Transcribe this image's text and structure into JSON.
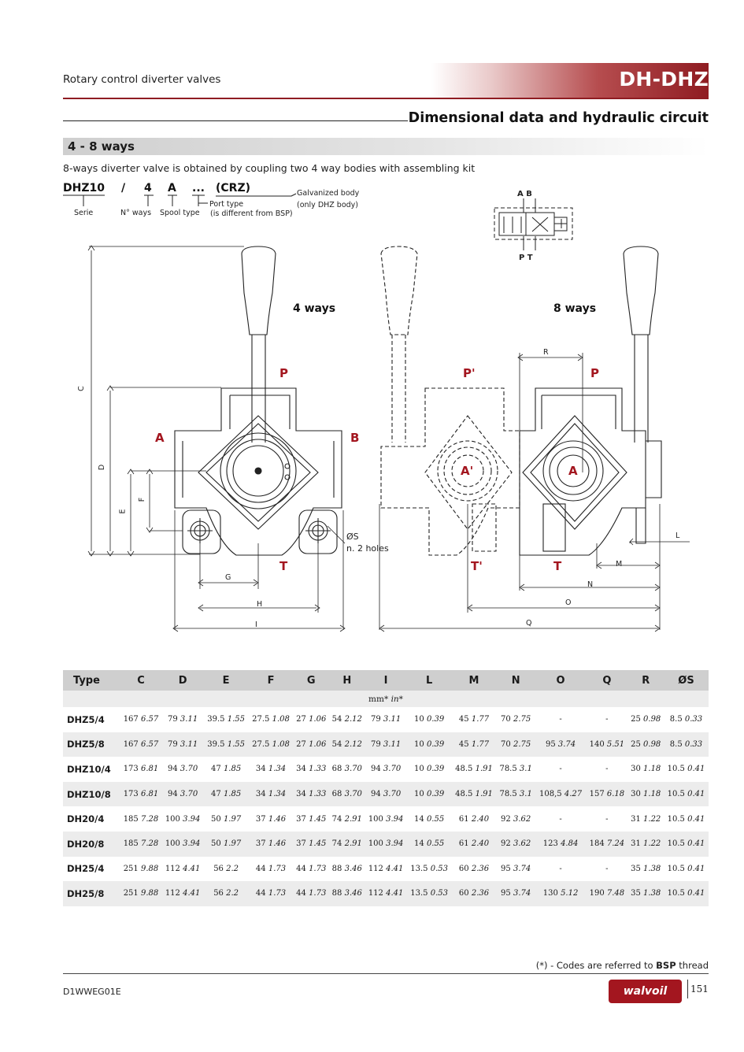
{
  "header": {
    "subtitle": "Rotary control diverter valves",
    "product_code": "DH-DHZ",
    "section_title": "Dimensional data and hydraulic circuit",
    "subsection_title": "4 - 8 ways",
    "intro": "8-ways diverter valve is obtained by coupling two 4 way bodies with assembling kit"
  },
  "ordering_code": {
    "series": "DHZ10",
    "slash": "/",
    "ways": "4",
    "spool": "A",
    "port": "...",
    "coating": "(CRZ)",
    "series_caption": "Serie",
    "ways_caption": "N° ways",
    "spool_caption": "Spool type",
    "port_caption_1": "Port type",
    "port_caption_2": "(is different from BSP)",
    "coating_caption_1": "Galvanized body",
    "coating_caption_2": "(only DHZ body)"
  },
  "drawing": {
    "label_4_ways": "4 ways",
    "label_8_ways": "8 ways",
    "port_P": "P",
    "port_A": "A",
    "port_B": "B",
    "port_T": "T",
    "port_P2": "P'",
    "port_A2": "A'",
    "port_T2": "T'",
    "hole_label": "ØS",
    "hole_count": "n. 2 holes",
    "circuit_top": "A B",
    "circuit_bottom": "P T",
    "dim_C": "C",
    "dim_D": "D",
    "dim_E": "E",
    "dim_F": "F",
    "dim_G": "G",
    "dim_H": "H",
    "dim_I": "I",
    "dim_L": "L",
    "dim_M": "M",
    "dim_N": "N",
    "dim_O": "O",
    "dim_Q": "Q",
    "dim_R": "R"
  },
  "table": {
    "headers": [
      "Type",
      "C",
      "D",
      "E",
      "F",
      "G",
      "H",
      "I",
      "L",
      "M",
      "N",
      "O",
      "Q",
      "R",
      "ØS"
    ],
    "units_mm": "mm*",
    "units_in": "in*",
    "rows": [
      {
        "type": "DHZ5/4",
        "cells": [
          [
            "167",
            "6.57"
          ],
          [
            "79",
            "3.11"
          ],
          [
            "39.5",
            "1.55"
          ],
          [
            "27.5",
            "1.08"
          ],
          [
            "27",
            "1.06"
          ],
          [
            "54",
            "2.12"
          ],
          [
            "79",
            "3.11"
          ],
          [
            "10",
            "0.39"
          ],
          [
            "45",
            "1.77"
          ],
          [
            "70",
            "2.75"
          ],
          [
            "-",
            ""
          ],
          [
            "-",
            ""
          ],
          [
            "25",
            "0.98"
          ],
          [
            "8.5",
            "0.33"
          ]
        ]
      },
      {
        "type": "DHZ5/8",
        "cells": [
          [
            "167",
            "6.57"
          ],
          [
            "79",
            "3.11"
          ],
          [
            "39.5",
            "1.55"
          ],
          [
            "27.5",
            "1.08"
          ],
          [
            "27",
            "1.06"
          ],
          [
            "54",
            "2.12"
          ],
          [
            "79",
            "3.11"
          ],
          [
            "10",
            "0.39"
          ],
          [
            "45",
            "1.77"
          ],
          [
            "70",
            "2.75"
          ],
          [
            "95",
            "3.74"
          ],
          [
            "140",
            "5.51"
          ],
          [
            "25",
            "0.98"
          ],
          [
            "8.5",
            "0.33"
          ]
        ]
      },
      {
        "type": "DHZ10/4",
        "cells": [
          [
            "173",
            "6.81"
          ],
          [
            "94",
            "3.70"
          ],
          [
            "47",
            "1.85"
          ],
          [
            "34",
            "1.34"
          ],
          [
            "34",
            "1.33"
          ],
          [
            "68",
            "3.70"
          ],
          [
            "94",
            "3.70"
          ],
          [
            "10",
            "0.39"
          ],
          [
            "48.5",
            "1.91"
          ],
          [
            "78.5",
            "3.1"
          ],
          [
            "-",
            ""
          ],
          [
            "-",
            ""
          ],
          [
            "30",
            "1.18"
          ],
          [
            "10.5",
            "0.41"
          ]
        ]
      },
      {
        "type": "DHZ10/8",
        "cells": [
          [
            "173",
            "6.81"
          ],
          [
            "94",
            "3.70"
          ],
          [
            "47",
            "1.85"
          ],
          [
            "34",
            "1.34"
          ],
          [
            "34",
            "1.33"
          ],
          [
            "68",
            "3.70"
          ],
          [
            "94",
            "3.70"
          ],
          [
            "10",
            "0.39"
          ],
          [
            "48.5",
            "1.91"
          ],
          [
            "78.5",
            "3.1"
          ],
          [
            "108,5",
            "4.27"
          ],
          [
            "157",
            "6.18"
          ],
          [
            "30",
            "1.18"
          ],
          [
            "10.5",
            "0.41"
          ]
        ]
      },
      {
        "type": "DH20/4",
        "cells": [
          [
            "185",
            "7.28"
          ],
          [
            "100",
            "3.94"
          ],
          [
            "50",
            "1.97"
          ],
          [
            "37",
            "1.46"
          ],
          [
            "37",
            "1.45"
          ],
          [
            "74",
            "2.91"
          ],
          [
            "100",
            "3.94"
          ],
          [
            "14",
            "0.55"
          ],
          [
            "61",
            "2.40"
          ],
          [
            "92",
            "3.62"
          ],
          [
            "-",
            ""
          ],
          [
            "-",
            ""
          ],
          [
            "31",
            "1.22"
          ],
          [
            "10.5",
            "0.41"
          ]
        ]
      },
      {
        "type": "DH20/8",
        "cells": [
          [
            "185",
            "7.28"
          ],
          [
            "100",
            "3.94"
          ],
          [
            "50",
            "1.97"
          ],
          [
            "37",
            "1.46"
          ],
          [
            "37",
            "1.45"
          ],
          [
            "74",
            "2.91"
          ],
          [
            "100",
            "3.94"
          ],
          [
            "14",
            "0.55"
          ],
          [
            "61",
            "2.40"
          ],
          [
            "92",
            "3.62"
          ],
          [
            "123",
            "4.84"
          ],
          [
            "184",
            "7.24"
          ],
          [
            "31",
            "1.22"
          ],
          [
            "10.5",
            "0.41"
          ]
        ]
      },
      {
        "type": "DH25/4",
        "cells": [
          [
            "251",
            "9.88"
          ],
          [
            "112",
            "4.41"
          ],
          [
            "56",
            "2.2"
          ],
          [
            "44",
            "1.73"
          ],
          [
            "44",
            "1.73"
          ],
          [
            "88",
            "3.46"
          ],
          [
            "112",
            "4.41"
          ],
          [
            "13.5",
            "0.53"
          ],
          [
            "60",
            "2.36"
          ],
          [
            "95",
            "3.74"
          ],
          [
            "-",
            ""
          ],
          [
            "-",
            ""
          ],
          [
            "35",
            "1.38"
          ],
          [
            "10.5",
            "0.41"
          ]
        ]
      },
      {
        "type": "DH25/8",
        "cells": [
          [
            "251",
            "9.88"
          ],
          [
            "112",
            "4.41"
          ],
          [
            "56",
            "2.2"
          ],
          [
            "44",
            "1.73"
          ],
          [
            "44",
            "1.73"
          ],
          [
            "88",
            "3.46"
          ],
          [
            "112",
            "4.41"
          ],
          [
            "13.5",
            "0.53"
          ],
          [
            "60",
            "2.36"
          ],
          [
            "95",
            "3.74"
          ],
          [
            "130",
            "5.12"
          ],
          [
            "190",
            "7.48"
          ],
          [
            "35",
            "1.38"
          ],
          [
            "10.5",
            "0.41"
          ]
        ]
      }
    ]
  },
  "footer": {
    "note_prefix": "(*) - Codes are referred to ",
    "note_bold": "BSP",
    "note_suffix": " thread",
    "doc_code": "D1WWEG01E",
    "logo_text": "walvoil",
    "page_number": "151"
  },
  "colors": {
    "brand_red": "#8f1c22",
    "port_label": "#a3161f",
    "table_header": "#cfcfcf",
    "row_shade": "#ececec"
  },
  "icons": {
    "logo": "walvoil-logo"
  }
}
